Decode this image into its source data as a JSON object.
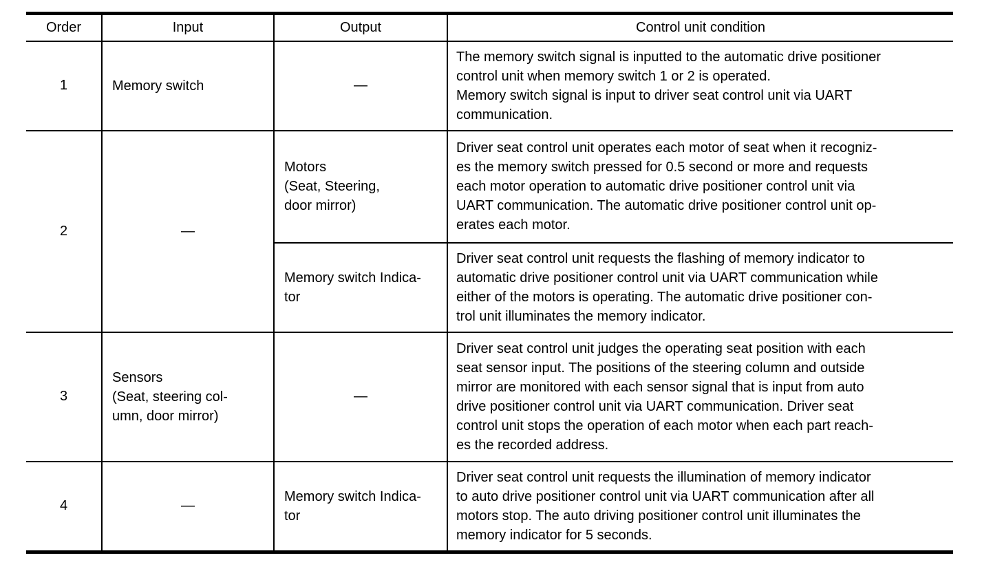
{
  "table": {
    "headers": [
      "Order",
      "Input",
      "Output",
      "Control unit condition"
    ],
    "rows": [
      {
        "order": "1",
        "input": "Memory switch",
        "output": "—",
        "condition": [
          "The memory switch signal is inputted to the automatic drive positioner",
          "control unit when memory switch 1 or 2 is operated.",
          "Memory switch signal is input to driver seat control unit via UART",
          "communication."
        ]
      },
      {
        "order": "2",
        "input": "—",
        "sub": [
          {
            "output": [
              "Motors",
              "(Seat, Steering,",
              "door mirror)"
            ],
            "condition": [
              "Driver seat control unit operates each motor of seat when it recogniz-",
              "es the memory switch pressed for 0.5 second or more and requests",
              "each motor operation to automatic drive positioner control unit via",
              "UART communication. The automatic drive positioner control unit op-",
              "erates each motor."
            ]
          },
          {
            "output": [
              "Memory switch Indica-",
              "tor"
            ],
            "condition": [
              "Driver seat control unit requests the flashing of memory indicator to",
              "automatic drive positioner control unit via UART communication while",
              "either of the motors is operating. The automatic drive positioner con-",
              "trol unit illuminates the memory indicator."
            ]
          }
        ]
      },
      {
        "order": "3",
        "input": [
          "Sensors",
          "(Seat, steering col-",
          "umn, door mirror)"
        ],
        "output": "—",
        "condition": [
          "Driver seat control unit judges the operating seat position with each",
          "seat sensor input. The positions of the steering column and outside",
          "mirror are monitored with each sensor signal that is input from auto",
          "drive positioner control unit via UART communication. Driver seat",
          "control unit stops the operation of each motor when each part reach-",
          "es the recorded address."
        ]
      },
      {
        "order": "4",
        "input": "—",
        "output": [
          "Memory switch Indica-",
          "tor"
        ],
        "condition": [
          "Driver seat control unit requests the illumination of memory indicator",
          "to auto drive positioner control unit via UART communication after all",
          "motors stop. The auto driving positioner control unit illuminates the",
          "memory indicator for 5 seconds."
        ]
      }
    ]
  }
}
